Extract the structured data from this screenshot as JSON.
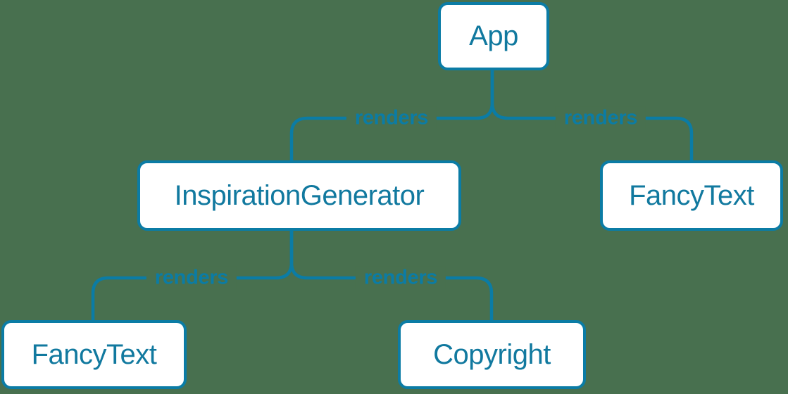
{
  "diagram": {
    "type": "tree",
    "description": "React render tree diagram",
    "colors": {
      "background": "#48704f",
      "accent": "#0b7ca5",
      "node_fill": "#ffffff",
      "node_text": "#11799f"
    },
    "nodes": [
      {
        "id": "app",
        "label": "App"
      },
      {
        "id": "inspiration-generator",
        "label": "InspirationGenerator"
      },
      {
        "id": "fancy-text-top",
        "label": "FancyText"
      },
      {
        "id": "fancy-text-bottom",
        "label": "FancyText"
      },
      {
        "id": "copyright",
        "label": "Copyright"
      }
    ],
    "edges": [
      {
        "from": "App",
        "to": "InspirationGenerator",
        "label": "renders"
      },
      {
        "from": "App",
        "to": "FancyText",
        "label": "renders"
      },
      {
        "from": "InspirationGenerator",
        "to": "FancyText",
        "label": "renders"
      },
      {
        "from": "InspirationGenerator",
        "to": "Copyright",
        "label": "renders"
      }
    ]
  }
}
